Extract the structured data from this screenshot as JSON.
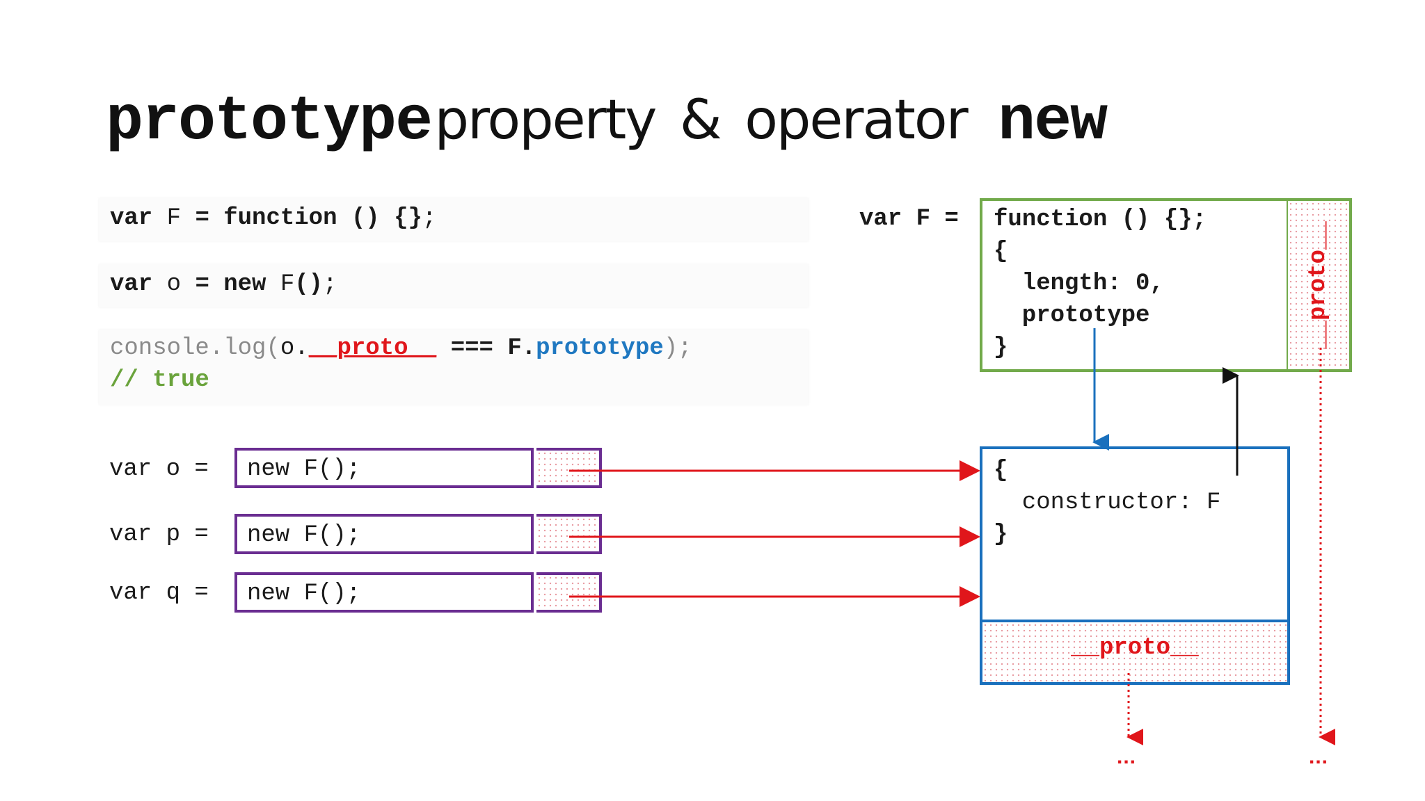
{
  "title": {
    "part1": "prototype",
    "part2": "property",
    "part3": "&",
    "part4": "operator",
    "part5": "new"
  },
  "code": {
    "line1": "var F = function () {};",
    "line2": "var o = new F();",
    "line3_a": "console.log(",
    "line3_b": "o.",
    "line3_c": "__proto__",
    "line3_d": " === F.",
    "line3_e": "prototype",
    "line3_f": ");",
    "line4": "// true"
  },
  "objects": [
    {
      "label": "var o =",
      "value": "new F();"
    },
    {
      "label": "var p =",
      "value": "new F();"
    },
    {
      "label": "var q =",
      "value": "new F();"
    }
  ],
  "function_box": {
    "label": "var F =",
    "line1": "function () {};",
    "line2": "{",
    "line3": "  length: 0,",
    "line4": "  prototype",
    "line5": "}",
    "proto_label": "__proto__"
  },
  "prototype_box": {
    "line1": "{",
    "line2": "  constructor: F",
    "line3": "}",
    "proto_label": "__proto__"
  },
  "ellipsis_left": "...",
  "ellipsis_right": "...",
  "colors": {
    "red": "#e0161b",
    "blue": "#1a70bd",
    "green": "#72aa4b",
    "purple": "#6a2d91"
  }
}
